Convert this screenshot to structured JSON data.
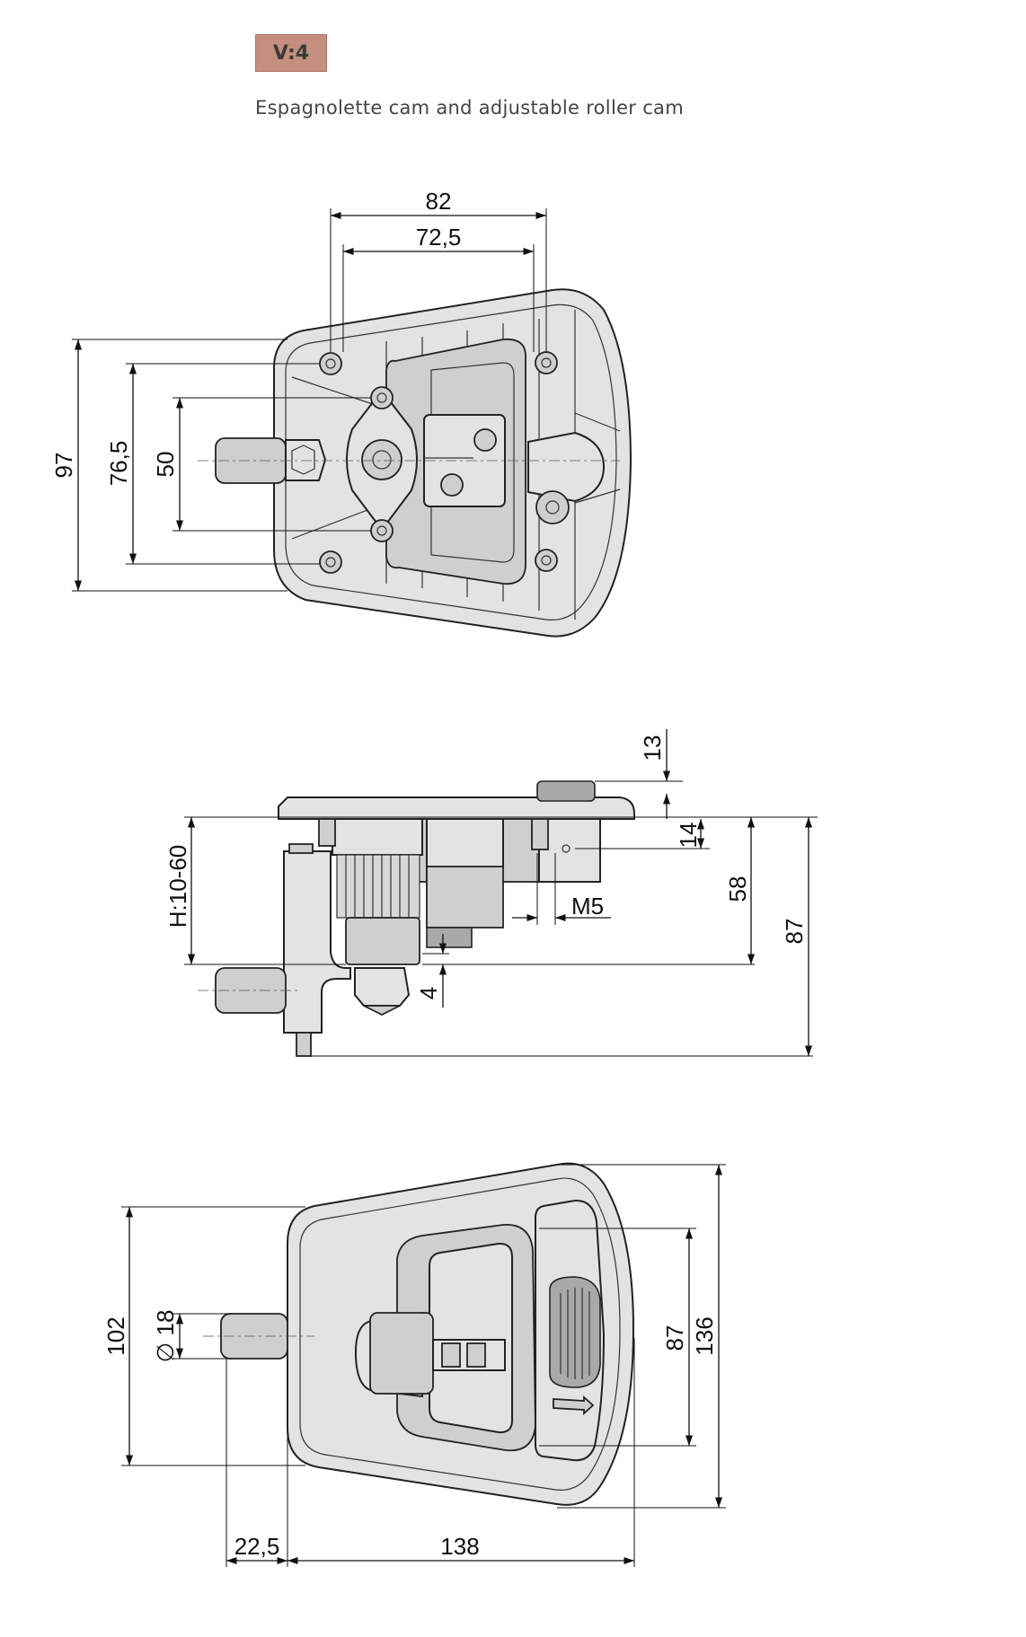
{
  "header": {
    "badge": "V:4",
    "subtitle": "Espagnolette cam and adjustable roller cam"
  },
  "views": {
    "top": {
      "dims": {
        "w82": "82",
        "w725": "72,5",
        "h97": "97",
        "h765": "76,5",
        "h50": "50"
      }
    },
    "side": {
      "dims": {
        "d13": "13",
        "d14": "14",
        "m5": "M5",
        "d58": "58",
        "d87": "87",
        "h1060": "H:10-60",
        "d4": "4"
      }
    },
    "front": {
      "dims": {
        "d102": "102",
        "d18": "∅ 18",
        "d87": "87",
        "d136": "136",
        "d225": "22,5",
        "d138": "138"
      }
    }
  }
}
